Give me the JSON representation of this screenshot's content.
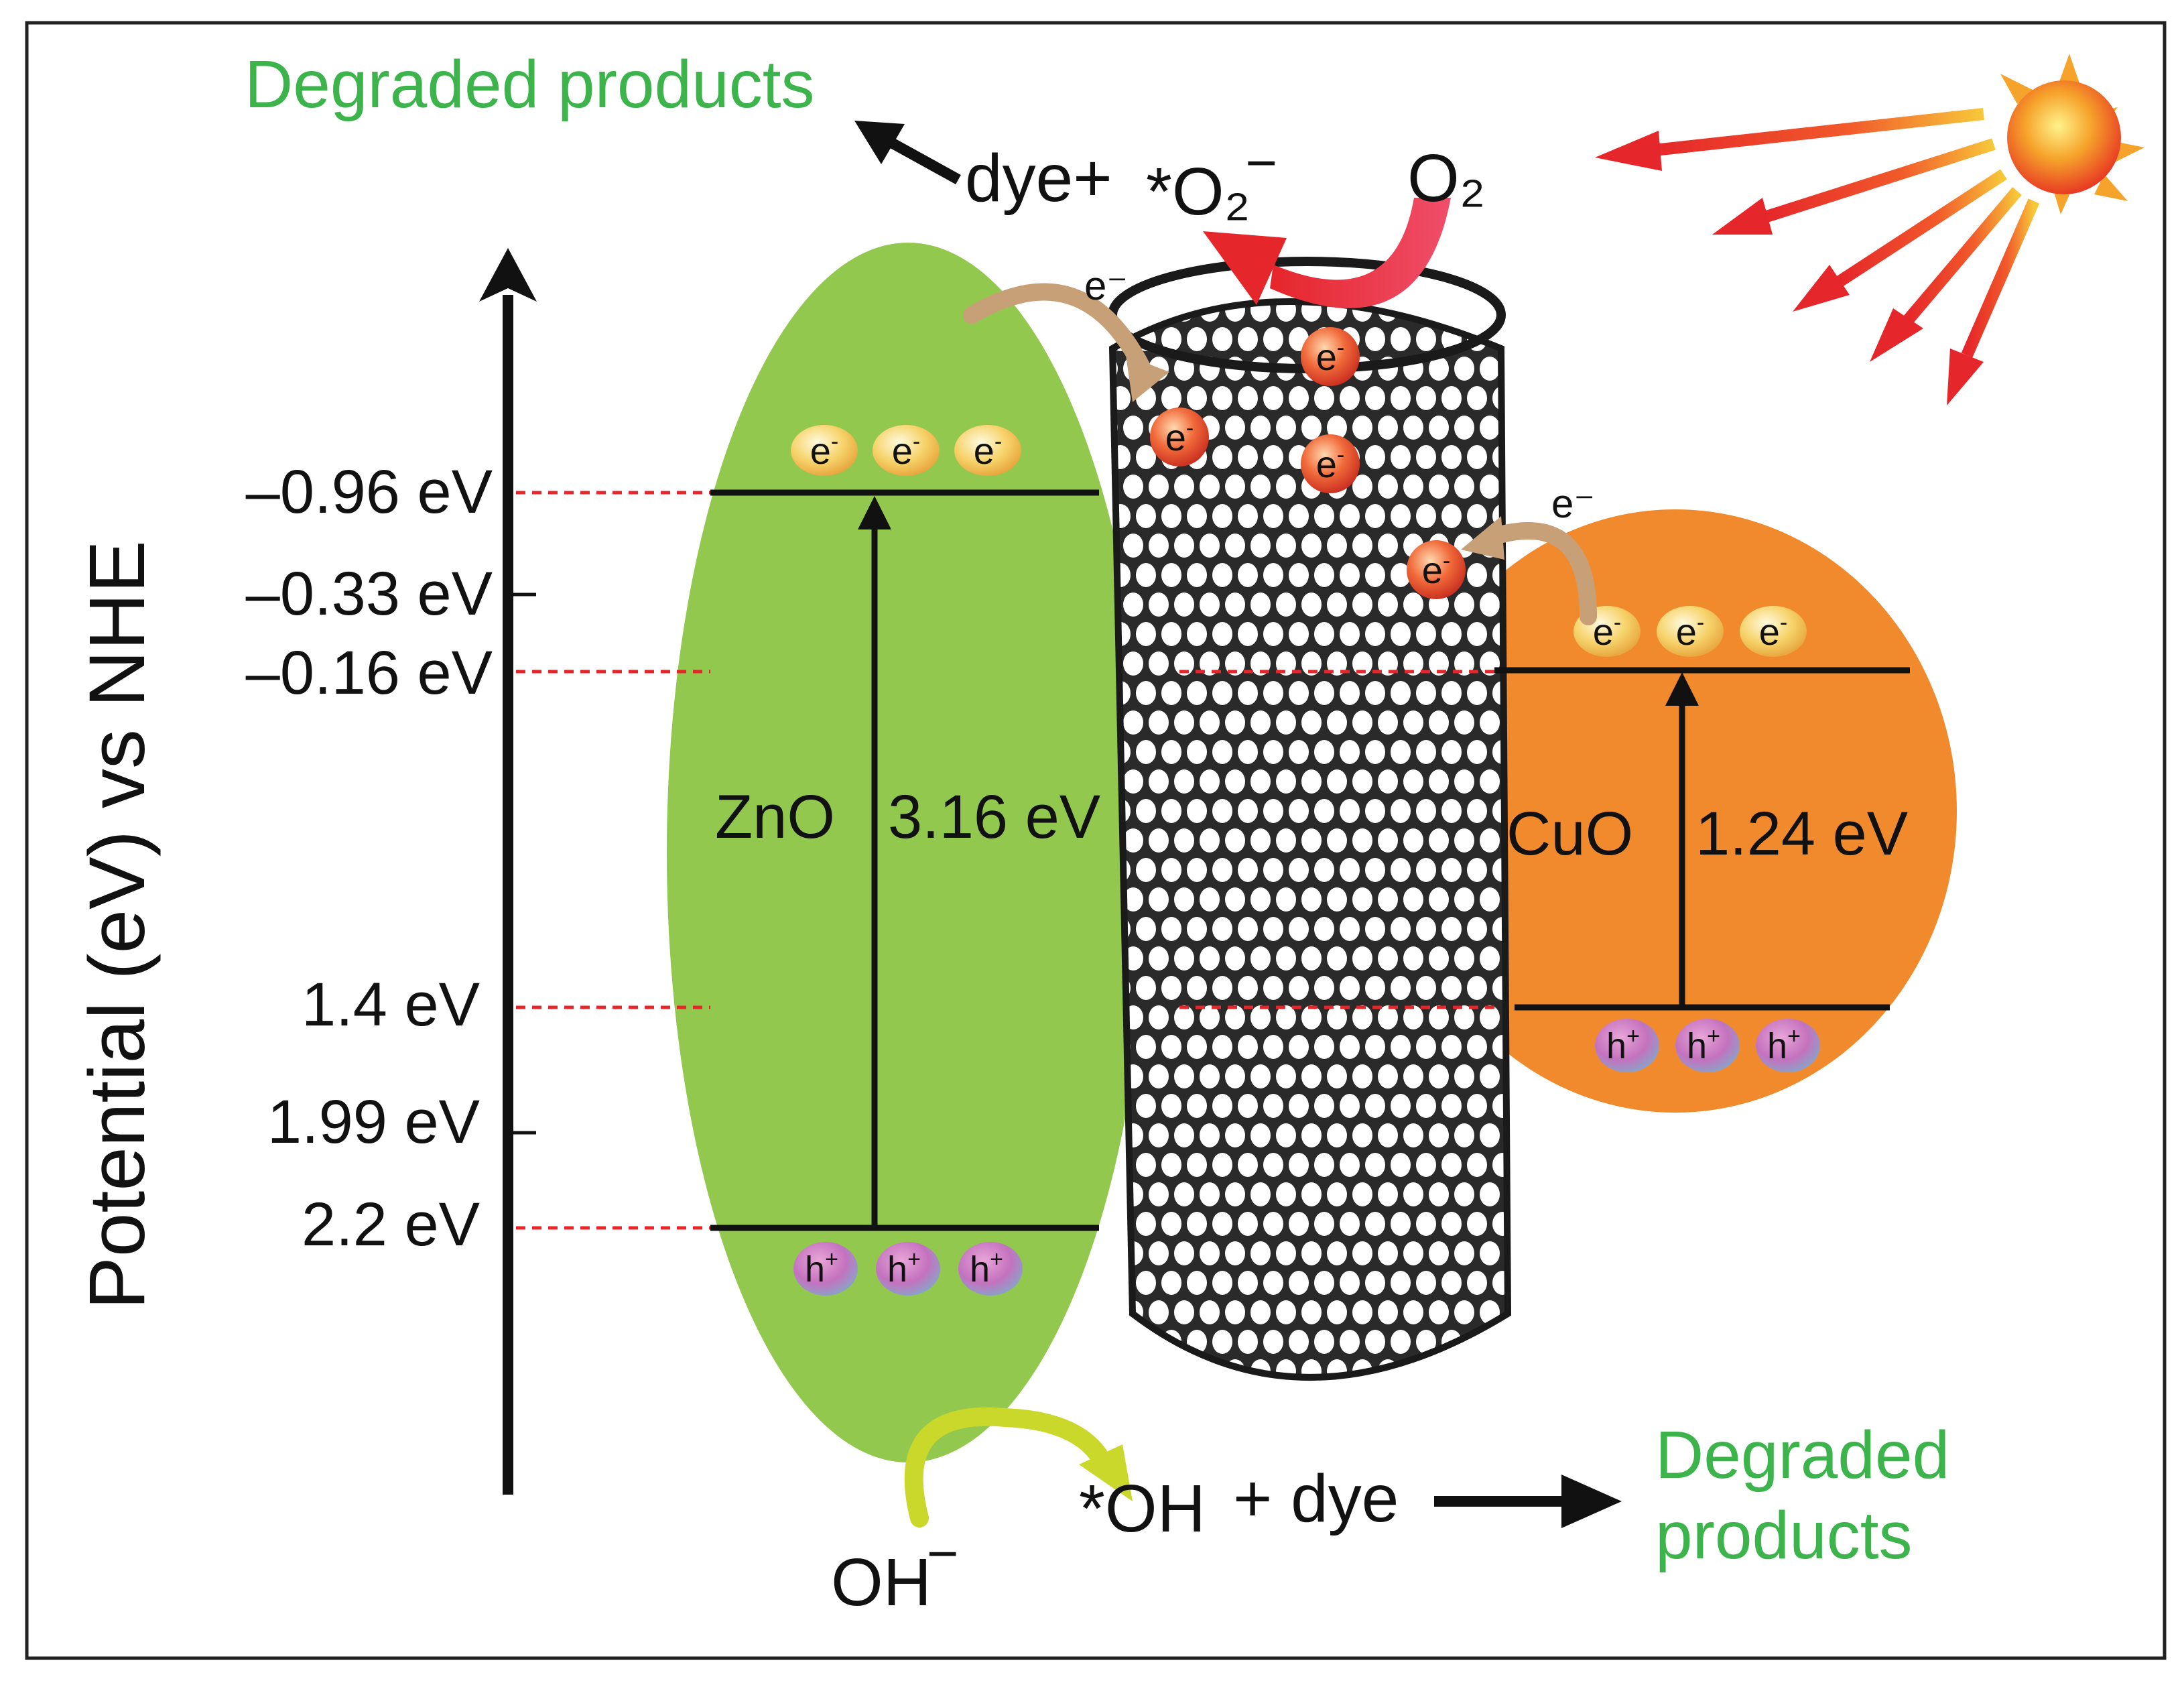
{
  "axis": {
    "label": "Potential (eV) vs NHE",
    "levels": [
      {
        "value": "–0.96 eV"
      },
      {
        "value": "–0.33 eV"
      },
      {
        "value": "–0.16 eV"
      },
      {
        "value": "1.4 eV"
      },
      {
        "value": "1.99 eV"
      },
      {
        "value": "2.2 eV"
      }
    ]
  },
  "zno": {
    "name": "ZnO",
    "gap": "3.16 eV"
  },
  "cuo": {
    "name": "CuO",
    "gap": "1.24 eV"
  },
  "carriers": {
    "electron": "e",
    "electron_sup": "-",
    "hole": "h",
    "hole_sup": "+",
    "electron_label": "e⁻"
  },
  "top_reaction": {
    "products": "Degraded products",
    "dye_plus": "dye+",
    "superoxide": "*O₂‾",
    "oxygen": "O₂"
  },
  "bottom_reaction": {
    "hydroxide": "OH‾",
    "radical": "*OH",
    "plus_dye": "+ dye",
    "products_line1": "Degraded",
    "products_line2": "products"
  },
  "colors": {
    "zno": "#92c84e",
    "cuo": "#f08a2c",
    "products_text": "#3cb44b",
    "guide": "#e8262a"
  }
}
